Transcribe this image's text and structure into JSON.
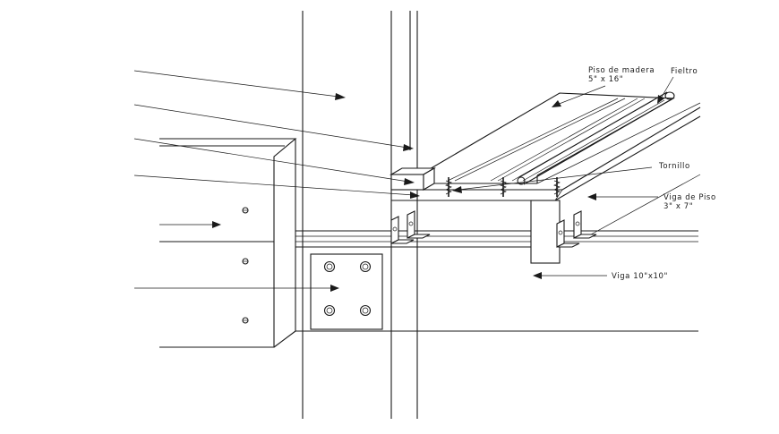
{
  "labels": {
    "piso_line1": "Piso de madera",
    "piso_line2": "5\" x 16\"",
    "fieltro": "Fieltro",
    "tornillo": "Tornillo",
    "viga_piso_line1": "Viga de Piso",
    "viga_piso_line2": "3\" x 7\"",
    "viga_main": "Viga 10\"x10\""
  }
}
